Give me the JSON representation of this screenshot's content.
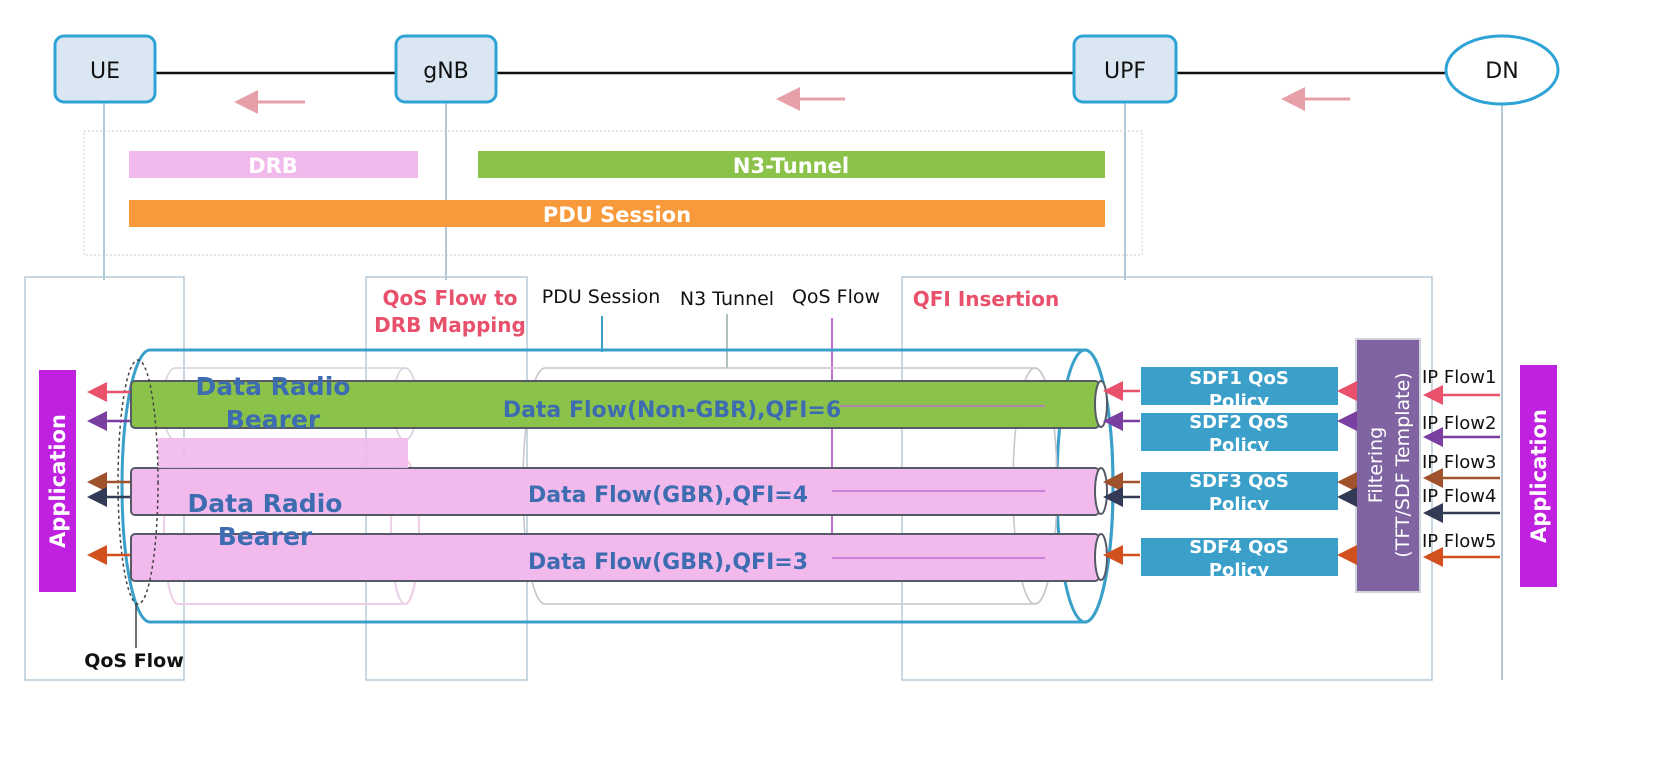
{
  "nodes": {
    "ue": "UE",
    "gnb": "gNB",
    "upf": "UPF",
    "dn": "DN"
  },
  "bars": {
    "drb": "DRB",
    "n3_tunnel": "N3-Tunnel",
    "pdu_session": "PDU Session"
  },
  "annotations": {
    "qos_flow_to_drb_line1": "QoS Flow to",
    "qos_flow_to_drb_line2": "DRB Mapping",
    "pdu_session": "PDU Session",
    "n3_tunnel": "N3 Tunnel",
    "qos_flow_top": "QoS Flow",
    "qfi_insertion": "QFI Insertion",
    "qos_flow_bottom": "QoS Flow"
  },
  "bearers": {
    "drb1_line1": "Data Radio",
    "drb1_line2": "Bearer",
    "drb2_line1": "Data Radio",
    "drb2_line2": "Bearer"
  },
  "flows": {
    "flow1": "Data Flow(Non-GBR),QFI=6",
    "flow2": "Data Flow(GBR),QFI=4",
    "flow3": "Data Flow(GBR),QFI=3"
  },
  "sdf_policies": [
    {
      "line1": "SDF1 QoS",
      "line2": "Policy"
    },
    {
      "line1": "SDF2 QoS",
      "line2": "Policy"
    },
    {
      "line1": "SDF3 QoS",
      "line2": "Policy"
    },
    {
      "line1": "SDF4 QoS",
      "line2": "Policy"
    }
  ],
  "filtering": {
    "line1": "Filtering",
    "line2": "(TFT/SDF Template)"
  },
  "ip_flows": [
    "IP Flow1",
    "IP Flow2",
    "IP Flow3",
    "IP Flow4",
    "IP Flow5"
  ],
  "application_left": "Application",
  "application_right": "Application",
  "colors": {
    "node_border": "#2ea3d6",
    "node_fill": "#dbe6f3",
    "drb_bar": "#f2b9ec",
    "n3_bar": "#8bc34a",
    "pdu_bar": "#f89a3c",
    "annotation_red": "#e8506b",
    "bearer_text": "#3d6db0",
    "sdf_fill": "#3aa0c9",
    "filter_fill": "#8064a2",
    "application": "#c020e0"
  }
}
